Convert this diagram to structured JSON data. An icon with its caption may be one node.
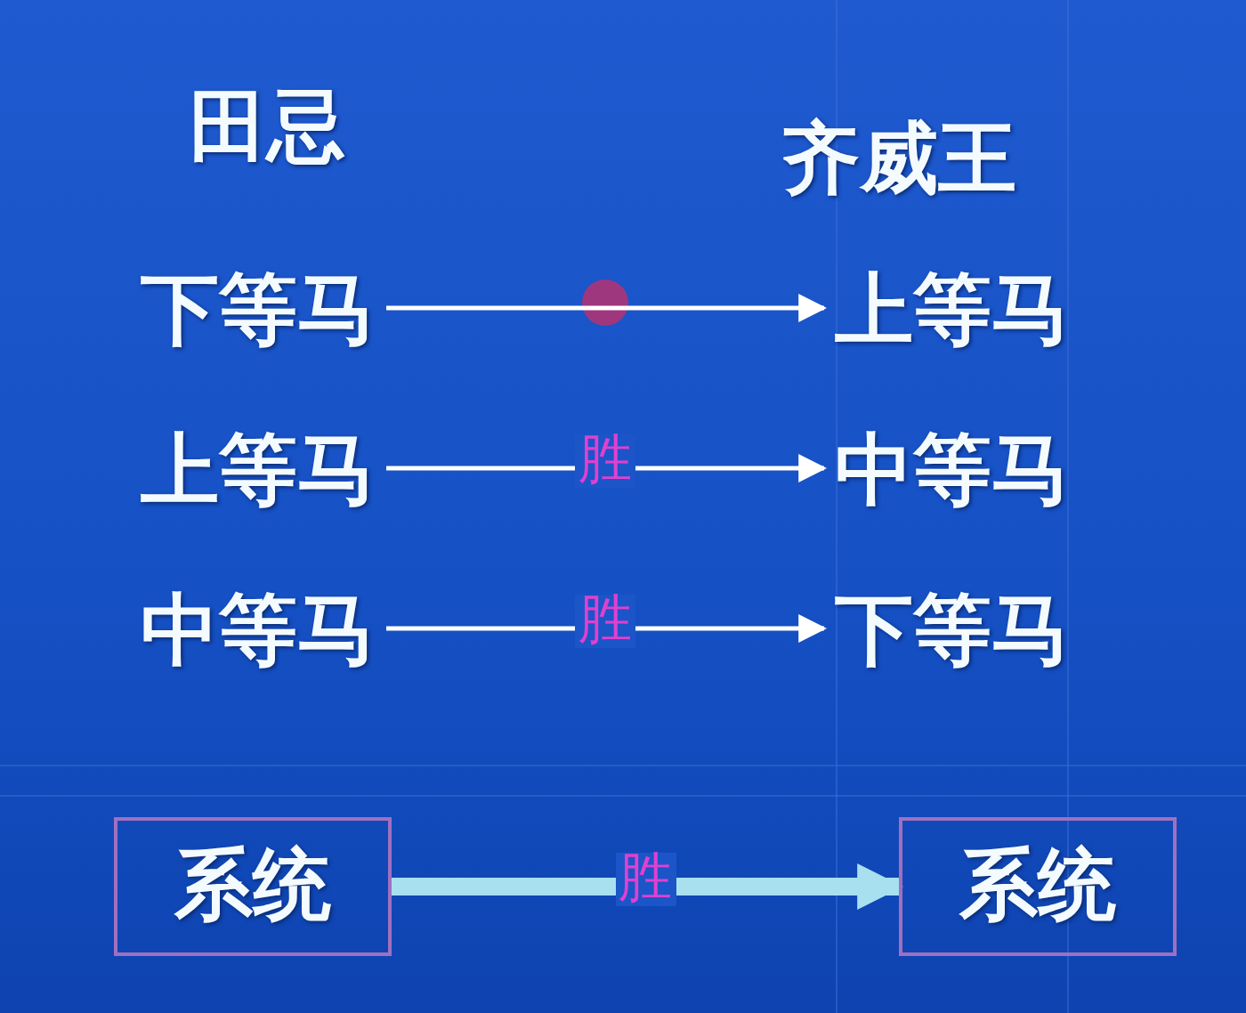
{
  "diagram": {
    "nodes": [
      {
        "text": [
          "下等马"
        ]
      },
      {
        "text": [
          "上等马"
        ]
      },
      {
        "text": [
          "上等马"
        ]
      },
      {
        "text": [
          "中等马"
        ]
      },
      {
        "text": [
          "中等马"
        ]
      },
      {
        "text": [
          "下等马"
        ]
      },
      {
        "text": [
          "系统"
        ]
      },
      {
        "text": [
          "系统"
        ]
      }
    ],
    "edges": [
      {
        "from": 0,
        "to": 1,
        "arrow": "to"
      },
      {
        "from": 2,
        "to": 3,
        "arrow": "to",
        "label": "胜"
      },
      {
        "from": 4,
        "to": 5,
        "arrow": "to",
        "label": "胜"
      },
      {
        "from": 6,
        "to": 7,
        "arrow": "to",
        "label": "胜",
        "style": "thick",
        "color": "#a8e0f0"
      }
    ],
    "labels": [
      "田忌",
      "齐威王"
    ]
  }
}
